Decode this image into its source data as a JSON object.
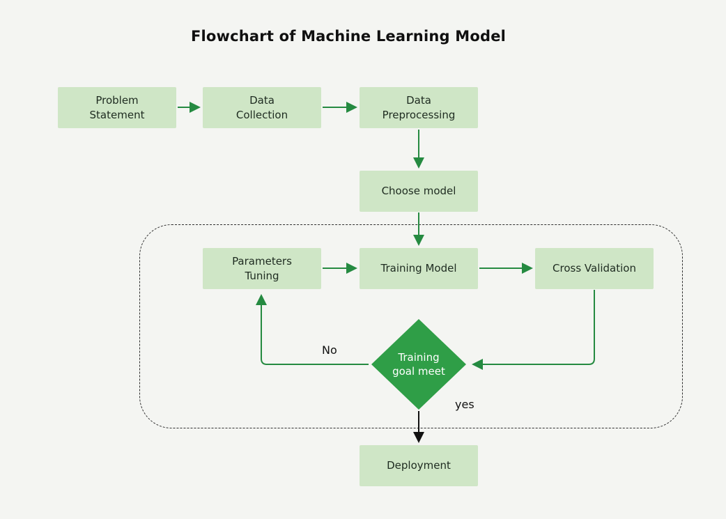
{
  "title": "Flowchart of Machine Learning Model",
  "colors": {
    "background": "#f4f5f2",
    "box_fill": "#cfe6c6",
    "diamond_fill": "#2f9e47",
    "arrow_green": "#258a41",
    "arrow_black": "#111111",
    "dashed_border": "#2e2e2e",
    "box_text": "#1e2b20",
    "diamond_text": "#ffffff"
  },
  "nodes": {
    "problem_statement": {
      "label": "Problem\nStatement"
    },
    "data_collection": {
      "label": "Data\nCollection"
    },
    "data_preprocessing": {
      "label": "Data\nPreprocessing"
    },
    "choose_model": {
      "label": "Choose model"
    },
    "parameters_tuning": {
      "label": "Parameters\nTuning"
    },
    "training_model": {
      "label": "Training Model"
    },
    "cross_validation": {
      "label": "Cross Validation"
    },
    "decision": {
      "label": "Training\ngoal meet"
    },
    "deployment": {
      "label": "Deployment"
    }
  },
  "edge_labels": {
    "no": "No",
    "yes": "yes"
  }
}
